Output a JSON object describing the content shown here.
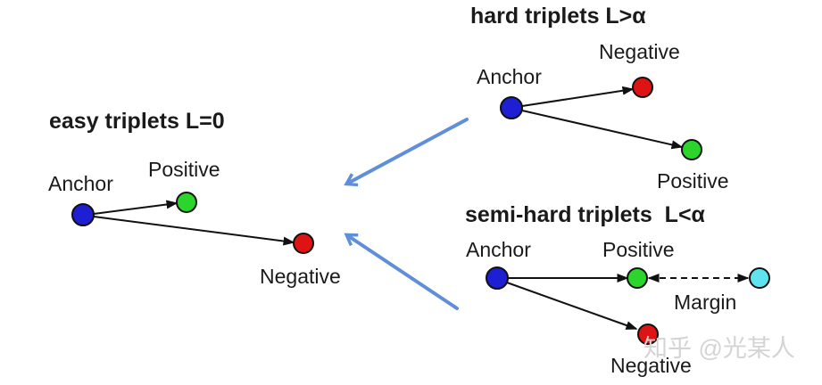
{
  "groups": {
    "hard": {
      "title": "hard triplets L>α",
      "anchor_label": "Anchor",
      "negative_label": "Negative",
      "positive_label": "Positive"
    },
    "easy": {
      "title": "easy triplets L=0",
      "anchor_label": "Anchor",
      "positive_label": "Positive",
      "negative_label": "Negative"
    },
    "semi_hard": {
      "title": "semi-hard triplets  L<α",
      "anchor_label": "Anchor",
      "positive_label": "Positive",
      "negative_label": "Negative",
      "margin_label": "Margin"
    }
  },
  "watermark": "知乎 @光某人",
  "colors": {
    "anchor": "#1e1ed2",
    "positive": "#2bd52b",
    "negative": "#de1414",
    "margin_point": "#5fe4ef",
    "flow_arrow": "#5f8fd9",
    "edge": "#111111",
    "text": "#1a1a1a",
    "watermark": "#d4d4d4",
    "background": "#ffffff"
  }
}
